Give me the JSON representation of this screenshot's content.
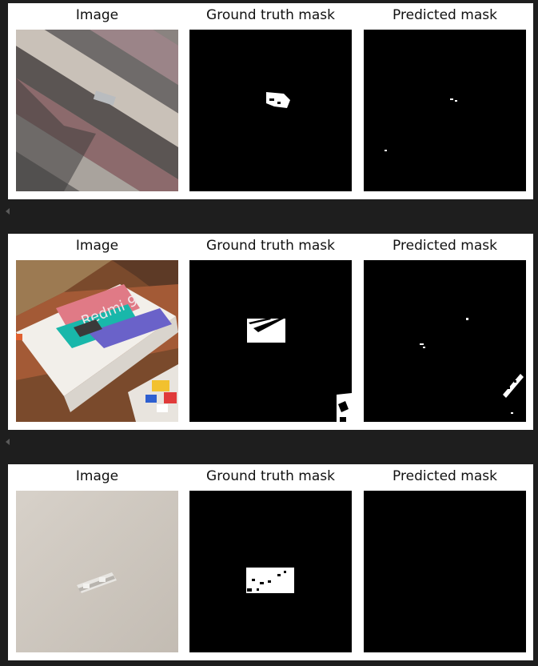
{
  "rows": [
    {
      "titles": [
        "Image",
        "Ground truth mask",
        "Predicted mask"
      ],
      "photo": "photo-wood-floor-with-small-brick"
    },
    {
      "titles": [
        "Image",
        "Ground truth mask",
        "Predicted mask"
      ],
      "photo": "photo-redmi-9-box-with-lego",
      "photo_text": "Redmi 9"
    },
    {
      "titles": [
        "Image",
        "Ground truth mask",
        "Predicted mask"
      ],
      "photo": "photo-transparent-brick-on-white"
    }
  ],
  "icons": {
    "scroll_left": "triangle-left-icon"
  },
  "colors": {
    "mask_bg": "#000000",
    "mask_fg": "#ffffff",
    "page_bg": "#1e1e1e"
  }
}
